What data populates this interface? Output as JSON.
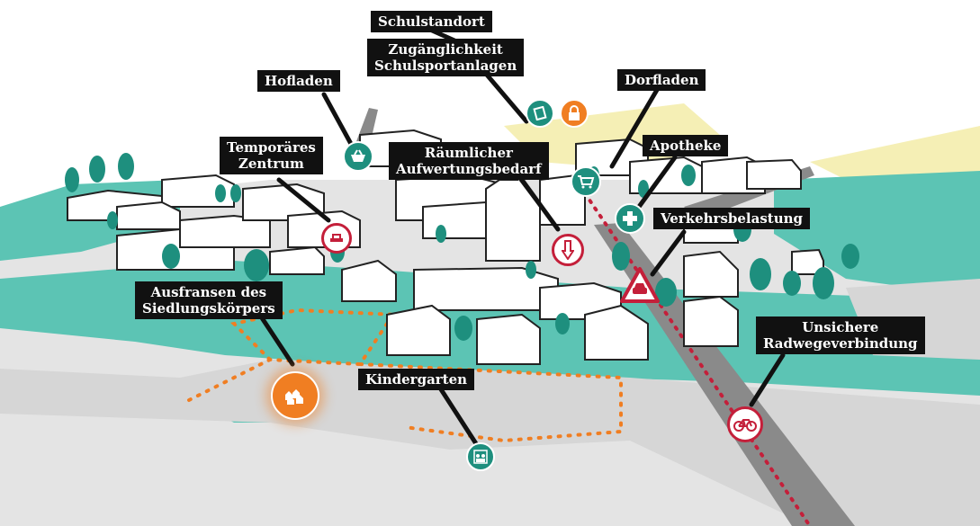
{
  "map": {
    "colors": {
      "teal": "#1e8f7e",
      "teal_light": "#5cc4b4",
      "road_grey": "#d6d6d6",
      "main_road": "#8a8a8a",
      "red_accent": "#c41f3a",
      "orange_accent": "#f07e22",
      "yellow_field": "#f5efb5",
      "label_bg": "#111111"
    },
    "labels": {
      "schulstandort": "Schulstandort",
      "zugaenglichkeit_1": "Zugänglichkeit",
      "zugaenglichkeit_2": "Schulsportanlagen",
      "hofladen": "Hofladen",
      "dorfladen": "Dorfladen",
      "temporaeres_1": "Temporäres",
      "temporaeres_2": "Zentrum",
      "raeumlicher_1": "Räumlicher",
      "raeumlicher_2": "Aufwertungsbedarf",
      "apotheke": "Apotheke",
      "verkehrsbelastung": "Verkehrsbelastung",
      "ausfransen_1": "Ausfransen des",
      "ausfransen_2": "Siedlungskörpers",
      "unsichere_1": "Unsichere",
      "unsichere_2": "Radwegeverbindung",
      "kindergarten": "Kindergarten"
    },
    "icons": [
      "school-icon",
      "lock-icon",
      "hofladen-basket-icon",
      "shopping-cart-icon",
      "pharmacy-cross-icon",
      "temporary-center-icon",
      "downgrade-arrow-icon",
      "traffic-warning-icon",
      "bicycle-icon",
      "settlement-houses-icon",
      "kindergarten-icon"
    ]
  }
}
